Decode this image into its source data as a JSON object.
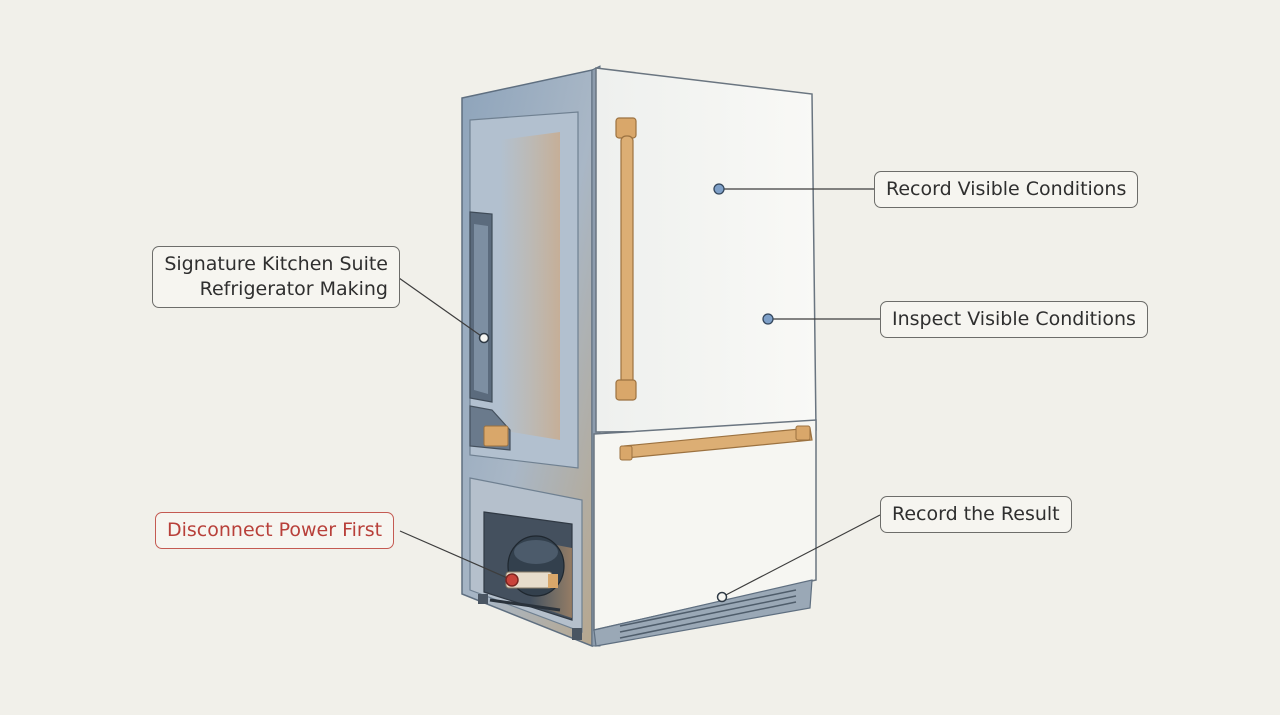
{
  "callouts": {
    "signature": {
      "line1": "Signature Kitchen Suite",
      "line2": "Refrigerator Making"
    },
    "record_conditions": "Record Visible Conditions",
    "inspect_conditions": "Inspect Visible Conditions",
    "disconnect_power": "Disconnect Power First",
    "record_result": "Record the Result"
  },
  "colors": {
    "background": "#f1f0ea",
    "cabinet_steel": "#9fb0c3",
    "door_panel": "#f7f7f3",
    "handle_brass": "#d9a76a",
    "marker_blue": "#7ea0c8",
    "warning_red": "#c8433b",
    "leader_line": "#3d3d3d"
  }
}
